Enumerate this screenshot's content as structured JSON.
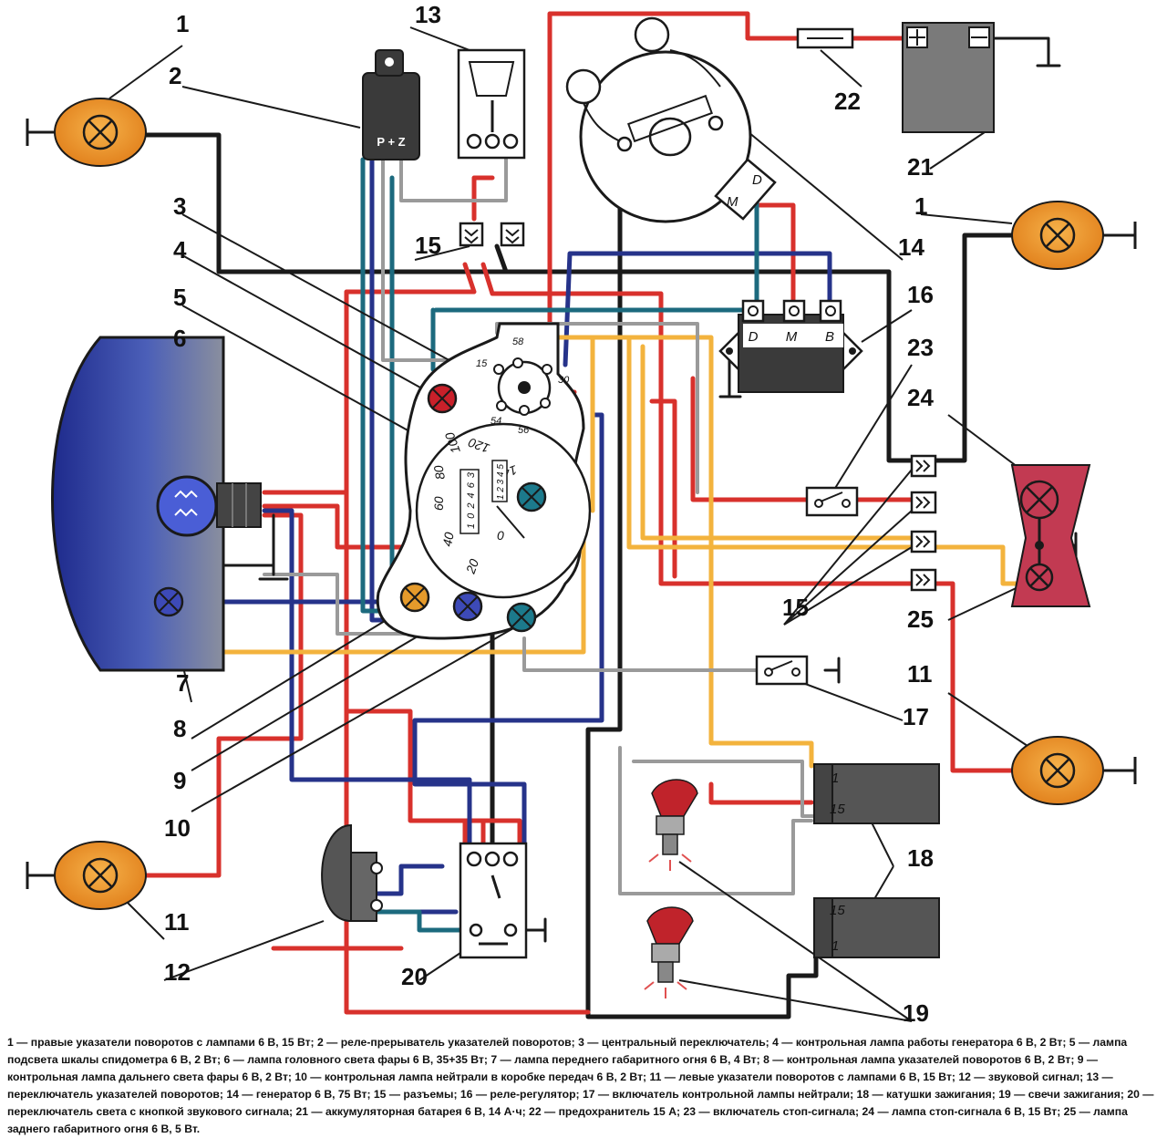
{
  "diagram": {
    "callouts": {
      "c1_left": "1",
      "c1_right": "1",
      "c2": "2",
      "c3": "3",
      "c4": "4",
      "c5": "5",
      "c6": "6",
      "c7": "7",
      "c8": "8",
      "c9": "9",
      "c10": "10",
      "c11_right": "11",
      "c11_left": "11",
      "c12": "12",
      "c13": "13",
      "c14": "14",
      "c15_top": "15",
      "c15_right": "15",
      "c16": "16",
      "c17": "17",
      "c18": "18",
      "c19": "19",
      "c20": "20",
      "c21": "21",
      "c22": "22",
      "c23": "23",
      "c24": "24",
      "c25": "25"
    },
    "terminals": {
      "relay_pz": "P + Z",
      "regulator_d": "D",
      "regulator_m": "M",
      "regulator_b": "B",
      "generator_d": "D",
      "generator_m": "M",
      "switch_15": "15",
      "switch_58": "58",
      "switch_30": "30",
      "switch_54": "54",
      "switch_56": "56",
      "coil_top_1": "1",
      "coil_top_15": "15",
      "coil_bottom_15": "15",
      "coil_bottom_1": "1"
    },
    "speedometer": {
      "odometer": "1 0 2 4 6 3",
      "trip": "1 2 3 4 5",
      "scale": [
        "0",
        "20",
        "40",
        "60",
        "80",
        "100",
        "120",
        "140"
      ]
    },
    "wire_colors": {
      "black": "#1a1a1a",
      "red": "#d8312c",
      "blue": "#26338a",
      "teal": "#1c6a7e",
      "yellow": "#f3b33d",
      "white": "#9a9a9a"
    }
  },
  "legend": {
    "text": "1 — правые указатели поворотов с лампами 6 В, 15 Вт; 2 — реле-прерыватель указателей поворотов; 3 — центральный переключатель; 4 — контрольная лампа работы генератора 6 В, 2 Вт; 5 — лампа подсвета шкалы спидометра 6 В, 2 Вт; 6 — лампа головного света фары 6 В, 35+35 Вт; 7 — лампа переднего габаритного огня 6 В, 4 Вт; 8 — контрольная лампа указателей поворотов 6 В, 2 Вт; 9 — контрольная лампа дальнего света фары 6 В, 2 Вт; 10 — контрольная лампа нейтрали в коробке передач 6 В, 2 Вт; 11 — левые указатели поворотов с лампами 6 В, 15 Вт; 12 — звуковой сигнал; 13 — переключатель указателей поворотов; 14 — генератор 6 В, 75 Вт; 15 — разъемы; 16 — реле-регулятор; 17 — включатель контрольной лампы нейтрали; 18 — катушки зажигания; 19 — свечи зажигания; 20 — переключатель света с кнопкой звукового сигнала; 21 — аккумуляторная батарея 6 В, 14 А·ч; 22 — предохранитель 15 А; 23 — включатель стоп-сигнала; 24 — лампа стоп-сигнала 6 В, 15 Вт; 25 — лампа заднего габаритного огня 6 В, 5 Вт."
  }
}
